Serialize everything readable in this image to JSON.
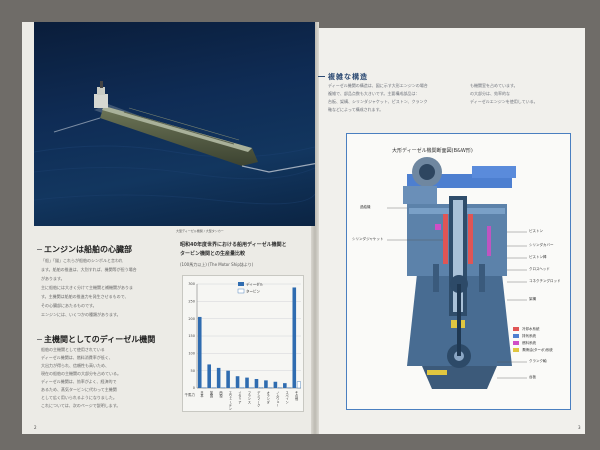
{
  "left_page": {
    "photo_caption": "大型ディーゼル機関 / 大型タンカー",
    "heading_1": "エンジンは船舶の心臓部",
    "body_1": [
      "「船」「錨」これらが船舶のシンボルと言われ",
      "ます。船舶の推進は、大別すれば、機関等が担う場合",
      "があります。",
      "主に船舶には大きく分けて主機関と補機関がありま",
      "す。主機関は船舶の推進力を発生させるもので、",
      "その心臓部にあたるものです。",
      "エンジンには、いくつかの種類があります。"
    ],
    "heading_2": "主機関としてのディーゼル機関",
    "body_2": [
      "船舶の主機関として使用されている",
      "ディーゼル機関は、燃料消費率が低く、",
      "大出力が得られ、信頼性も高いため、",
      "現在の船舶の主機関の大部分を占めている。",
      "ディーゼル機関は、効率がよく、経済的で",
      "あるため、蒸気タービンに代わって主機関",
      "として広く用いられるようになりました。",
      "これについては、次のページで説明します。"
    ],
    "page_number": "2"
  },
  "chart_heading": {
    "line1": "昭和40年度世界における船用ディーゼル機関と",
    "line2": "タービン機関との生産量比較",
    "note": "(100馬力以上) (The Motor Ship誌より)"
  },
  "chart_data": {
    "type": "bar",
    "title": "",
    "legend": [
      "ディーゼル",
      "タービン"
    ],
    "categories": [
      "日本",
      "英国",
      "西独",
      "スウェーデン",
      "イタリア",
      "フランス",
      "デンマーク",
      "オランダ",
      "ノルウェー",
      "スペイン",
      "その他"
    ],
    "series": [
      {
        "name": "ディーゼル",
        "values": [
          205,
          68,
          58,
          50,
          34,
          30,
          26,
          22,
          18,
          14,
          290
        ]
      },
      {
        "name": "タービン",
        "values": [
          0,
          0,
          0,
          0,
          0,
          0,
          0,
          0,
          0,
          0,
          18
        ]
      }
    ],
    "ylim": [
      0,
      300
    ],
    "yticks": [
      0,
      50,
      100,
      150,
      200,
      250,
      300
    ],
    "ylabel": "千馬力",
    "colors": {
      "diesel": "#2f6cb0",
      "turbine": "#ffffff"
    }
  },
  "right_page": {
    "title": "複雑な構造",
    "body": [
      "ディーゼル機関の構造は、図に示す大形エンジンの場合",
      "複雑で、部品点数も大きいです。主要構成部品は：",
      "台板、架構、シリンダジャケット、ピストン、クランク",
      "軸などによって構成されます。"
    ],
    "body_right": [
      "も機関室を占めています。",
      "の大部分は、効率的な",
      "ディーゼルエンジンを使用している。"
    ],
    "diagram_title": "大形ディーゼル機関断面図(B&W形)",
    "labels_left": [
      "過給機",
      "シリンダジャケット"
    ],
    "labels_right": [
      "ピストン",
      "シリンダカバー",
      "ピストン棒",
      "クロスヘッド",
      "コネクチングロッド",
      "架構",
      "クランク軸",
      "台板"
    ],
    "legend": [
      {
        "label": "冷却水系統",
        "color": "#e05555"
      },
      {
        "label": "排気系統",
        "color": "#4d7fd0"
      },
      {
        "label": "燃料系統",
        "color": "#d04ec6"
      },
      {
        "label": "潤滑油(ターボ)系統",
        "color": "#e0c640"
      }
    ],
    "page_number": "3"
  }
}
